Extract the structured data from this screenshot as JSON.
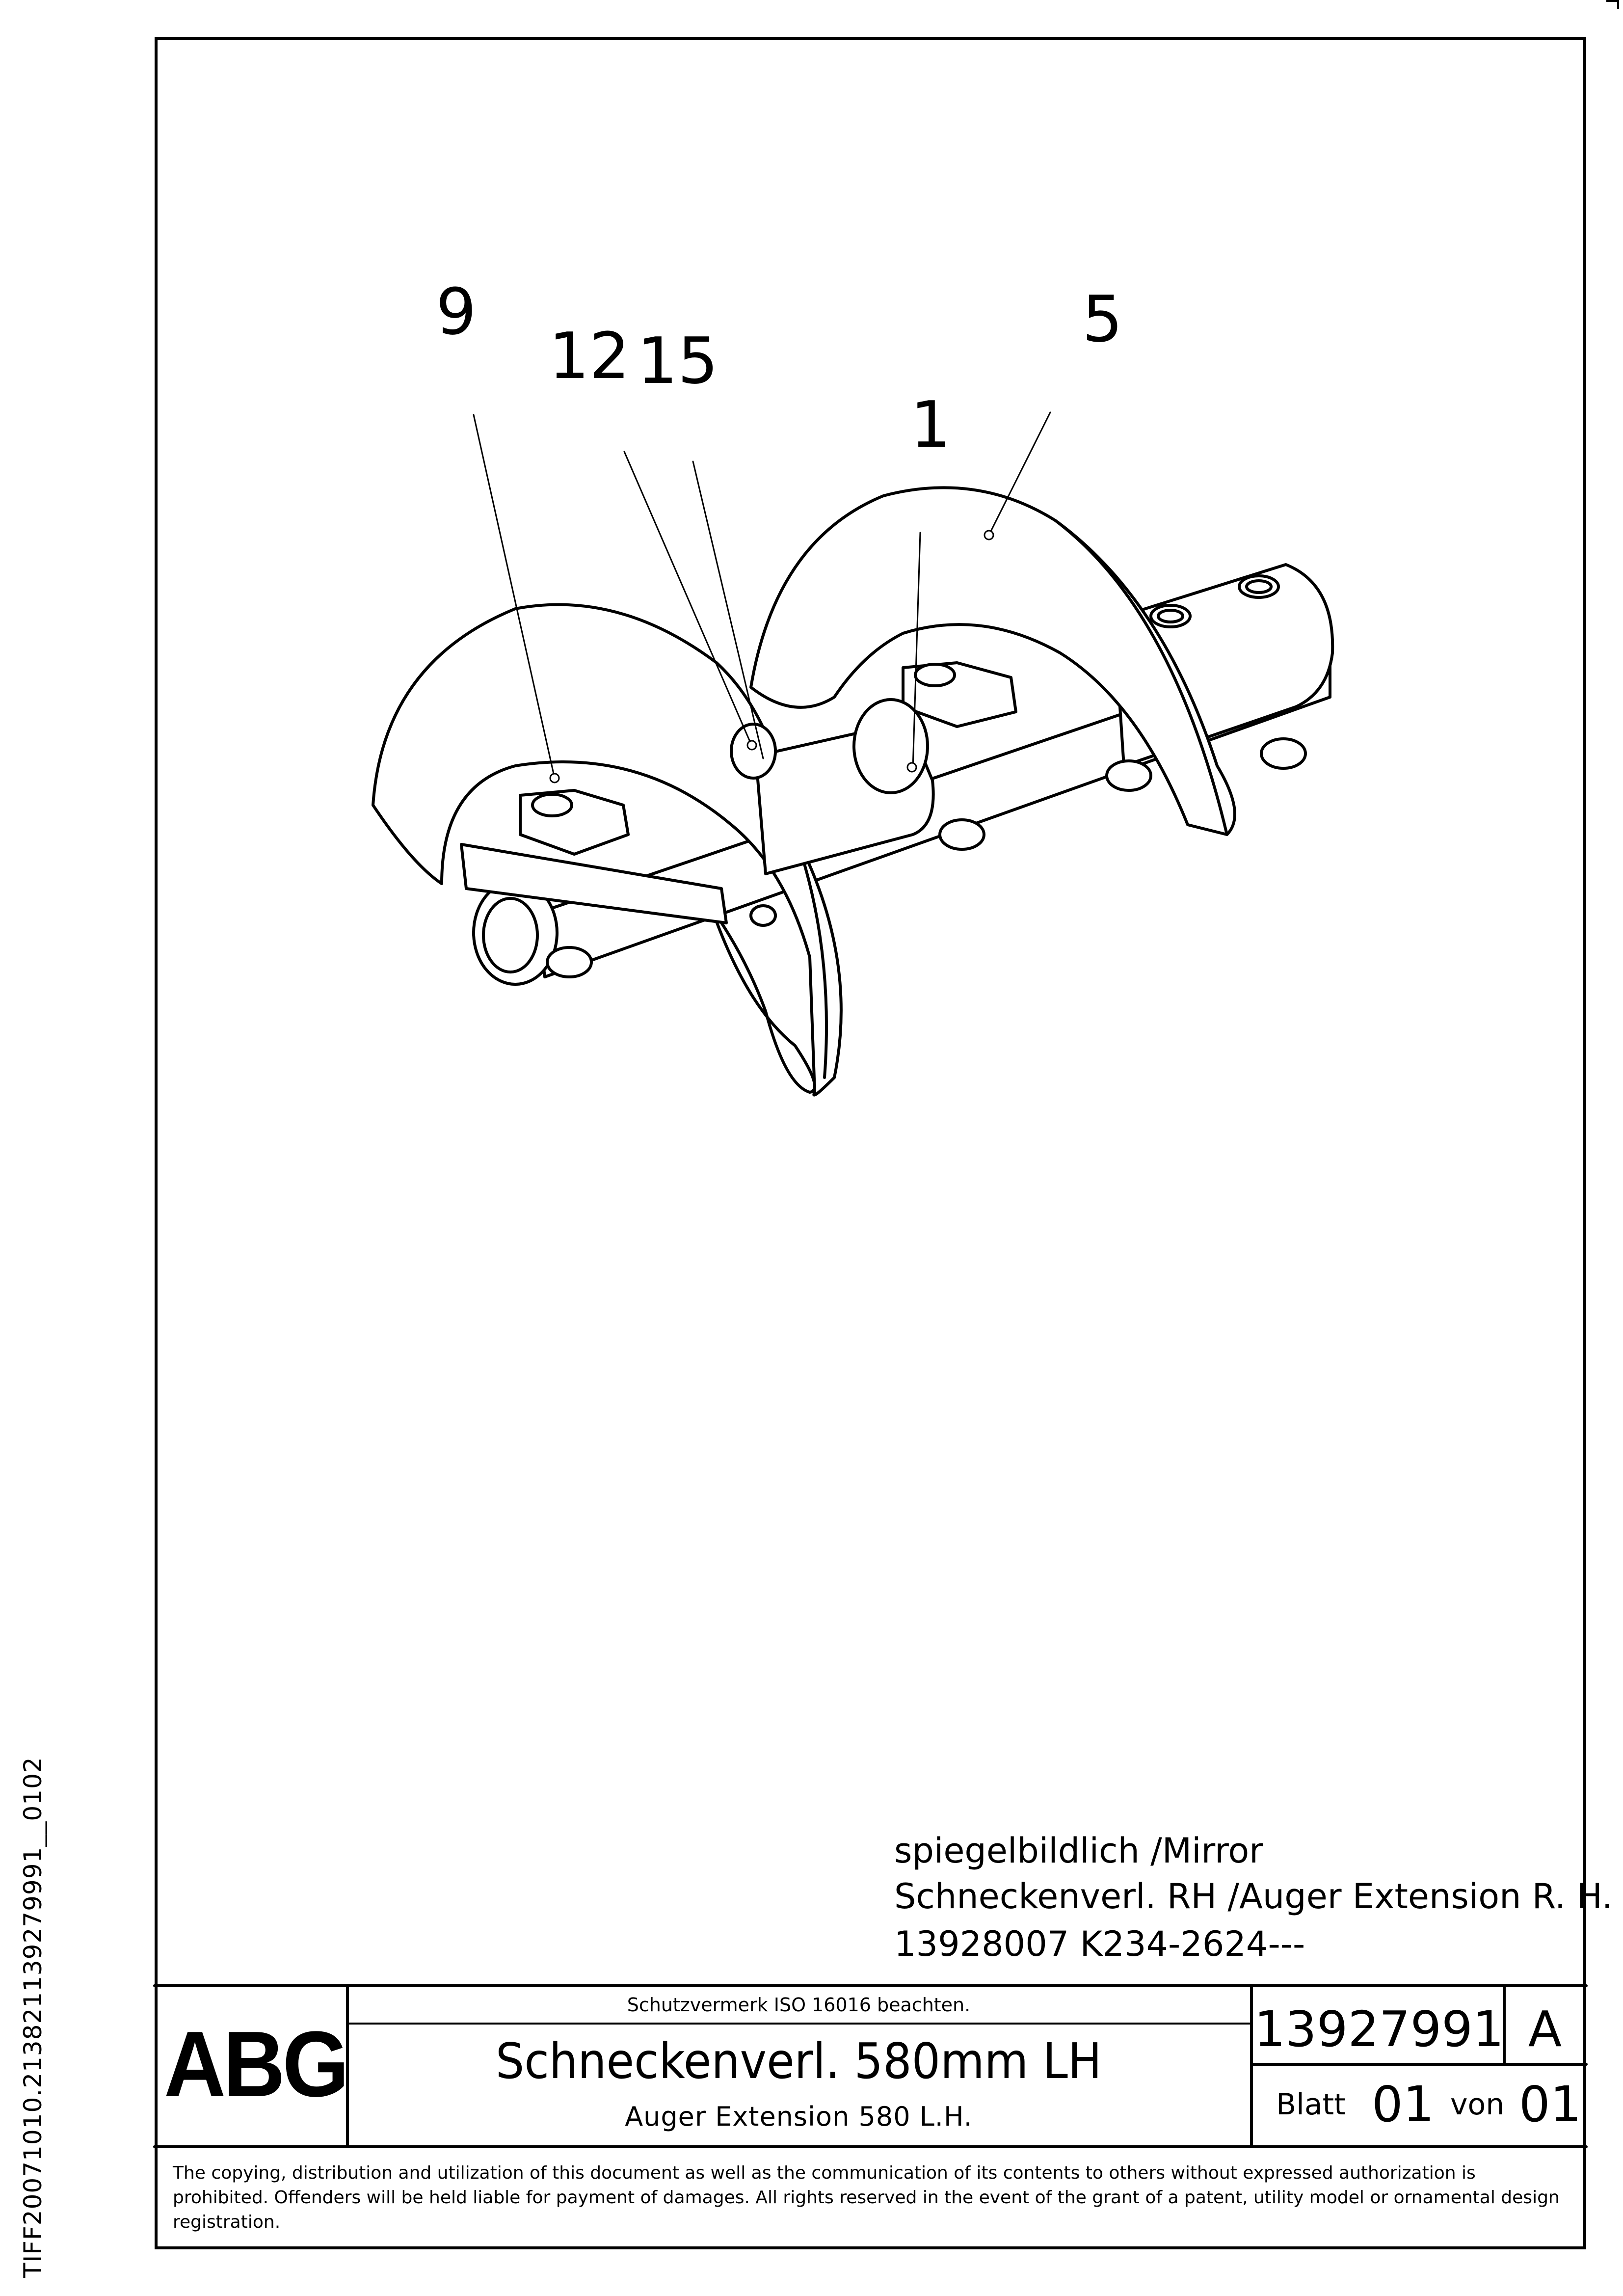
{
  "side_label": "TIFF20071010.213821139279991__0102",
  "callouts": [
    {
      "id": "9",
      "text": "9"
    },
    {
      "id": "12",
      "text": "12"
    },
    {
      "id": "15",
      "text": "15"
    },
    {
      "id": "1",
      "text": "1"
    },
    {
      "id": "5",
      "text": "5"
    }
  ],
  "notes": {
    "line1": "spiegelbildlich /Mirror",
    "line2": "Schneckenverl. RH /Auger Extension R. H.",
    "line3": "13928007  K234-2624---"
  },
  "title_block": {
    "logo": "ABG",
    "protection_note": "Schutzvermerk ISO 16016 beachten.",
    "title_de": "Schneckenverl. 580mm LH",
    "title_en": "Auger Extension 580 L.H.",
    "document_number": "13927991",
    "revision": "A",
    "sheet_label": "Blatt",
    "sheet_value": "01",
    "of_label": "von",
    "of_value": "01"
  },
  "copyright": "The copying, distribution and utilization of this document as well as the communication of its contents to others without expressed authorization is prohibited. Offenders will be held liable for payment of damages. All rights reserved in the event of the grant of a patent, utility model or ornamental design registration."
}
